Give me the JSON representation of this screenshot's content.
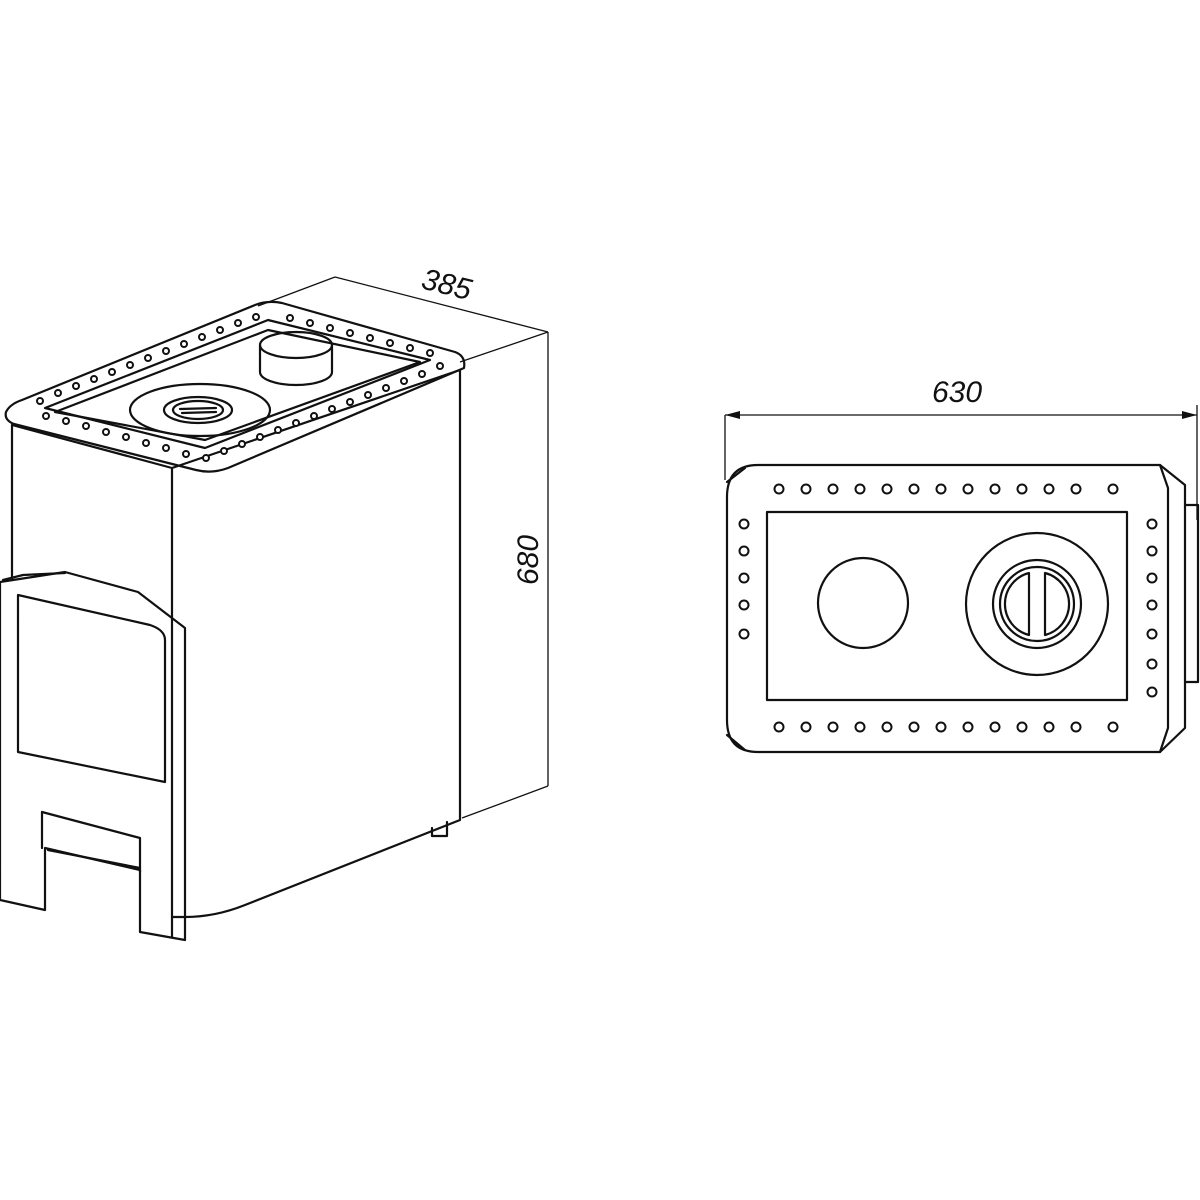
{
  "dimensions": {
    "depth": "385",
    "height": "680",
    "width": "630"
  }
}
